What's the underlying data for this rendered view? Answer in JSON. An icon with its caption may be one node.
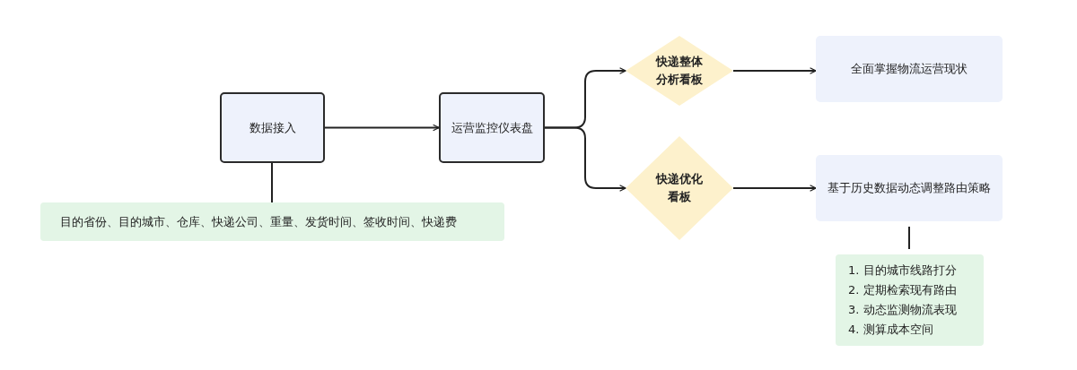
{
  "diagram": {
    "nodes": [
      {
        "text": [
          "数据接入"
        ]
      },
      {
        "text": [
          "目的省份、目的城市、仓库、快递公司、重量、发货时间、签收时间、快递费"
        ]
      },
      {
        "text": [
          "运营监控仪表盘"
        ]
      },
      {
        "text": [
          "快递整体分析看板"
        ]
      },
      {
        "text": [
          "快递优化看板"
        ]
      },
      {
        "text": [
          "全面掌握物流运营现状"
        ]
      },
      {
        "text": [
          "基于历史数据动态调整路由策略"
        ]
      },
      {
        "text": [
          "1. 目的城市线路打分",
          "2. 定期检索现有路由",
          "3. 动态监测物流表现",
          "4. 测算成本空间"
        ]
      }
    ],
    "edges": [
      {
        "from": 0,
        "to": 1,
        "arrow": "none"
      },
      {
        "from": 0,
        "to": 2,
        "arrow": "to"
      },
      {
        "from": 2,
        "to": 3,
        "arrow": "to"
      },
      {
        "from": 2,
        "to": 4,
        "arrow": "to"
      },
      {
        "from": 3,
        "to": 5,
        "arrow": "to"
      },
      {
        "from": 4,
        "to": 6,
        "arrow": "to"
      },
      {
        "from": 6,
        "to": 7,
        "arrow": "none"
      }
    ]
  }
}
